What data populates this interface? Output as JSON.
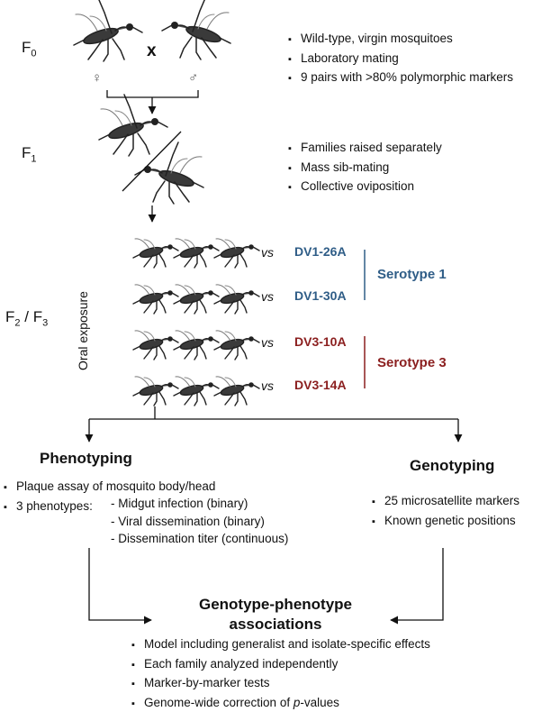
{
  "generations": {
    "f0": {
      "letter": "F",
      "sub": "0"
    },
    "f1": {
      "letter": "F",
      "sub": "1"
    },
    "f23": {
      "letter1": "F",
      "sub1": "2",
      "sep": " / ",
      "letter2": "F",
      "sub2": "3"
    }
  },
  "cross": {
    "symbol": "x",
    "female": "♀",
    "male": "♂"
  },
  "f0_notes": [
    "Wild-type, virgin mosquitoes",
    "Laboratory mating",
    "9 pairs with >80% polymorphic markers"
  ],
  "f1_notes": [
    "Families raised separately",
    "Mass sib-mating",
    "Collective oviposition"
  ],
  "exposure_label": "Oral exposure",
  "exposures": [
    {
      "vs": "vs",
      "isolate": "DV1-26A"
    },
    {
      "vs": "vs",
      "isolate": "DV1-30A"
    },
    {
      "vs": "vs",
      "isolate": "DV3-10A"
    },
    {
      "vs": "vs",
      "isolate": "DV3-14A"
    }
  ],
  "serotypes": [
    {
      "label": "Serotype 1",
      "color": "#2f5d87"
    },
    {
      "label": "Serotype 3",
      "color": "#8b1f1f"
    }
  ],
  "phenotyping": {
    "title": "Phenotyping",
    "assay": "Plaque assay of mosquito body/head",
    "count_label": "3 phenotypes:",
    "items": [
      "- Midgut infection (binary)",
      "- Viral dissemination (binary)",
      "- Dissemination titer (continuous)"
    ]
  },
  "genotyping": {
    "title": "Genotyping",
    "items": [
      "25 microsatellite markers",
      "Known genetic positions"
    ]
  },
  "association": {
    "title_line1": "Genotype-phenotype",
    "title_line2": "associations",
    "items": [
      "Model including generalist and isolate-specific effects",
      "Each family analyzed independently",
      "Marker-by-marker tests"
    ],
    "last_item_prefix": "Genome-wide correction of ",
    "last_item_italic": "p",
    "last_item_suffix": "-values"
  }
}
